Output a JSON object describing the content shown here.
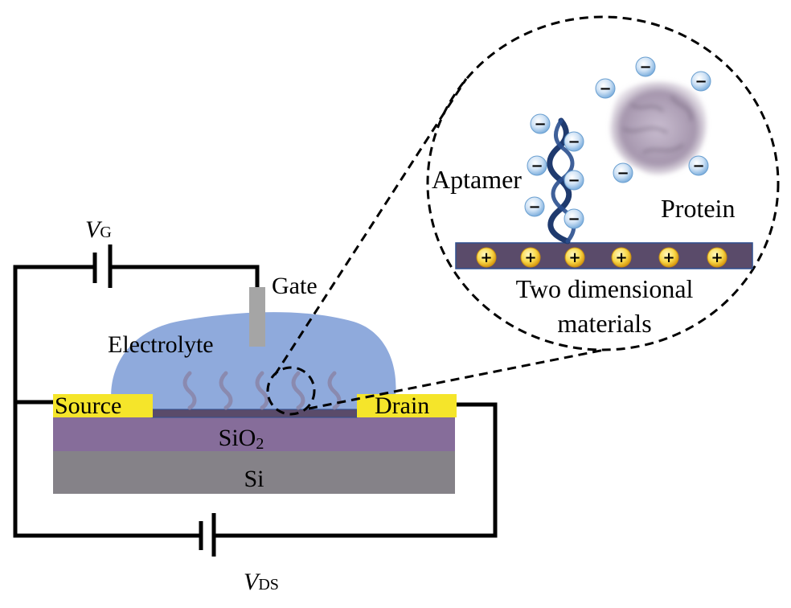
{
  "diagram": {
    "title": "Two-dimensional-material FET aptasensor schematic",
    "labels": {
      "vg_main": "V",
      "vg_sub": "G",
      "vds_main": "V",
      "vds_sub": "DS",
      "gate": "Gate",
      "electrolyte": "Electrolyte",
      "source": "Source",
      "drain": "Drain",
      "sio2_main": "SiO",
      "sio2_sub": "2",
      "si": "Si",
      "aptamer": "Aptamer",
      "protein": "Protein",
      "two_d_line1": "Two dimensional",
      "two_d_line2": "materials"
    },
    "charges": {
      "negative_symbol": "−",
      "positive_symbol": "+",
      "aptamer_negative_count": 6,
      "protein_negative_count": 5,
      "material_positive_count": 6
    },
    "colors": {
      "electrolyte": "#8faadc",
      "electrode": "#f5e52a",
      "channel": "#5a4b6a",
      "sio2": "#866d9a",
      "si": "#858288",
      "gate_electrode": "#a5a5a5",
      "aptamer_strand": "#1f3a6e",
      "negative_ion": "#bcd7f0",
      "positive_ion": "#f5c842",
      "protein": "#b8a9be",
      "wire": "#000000"
    }
  }
}
